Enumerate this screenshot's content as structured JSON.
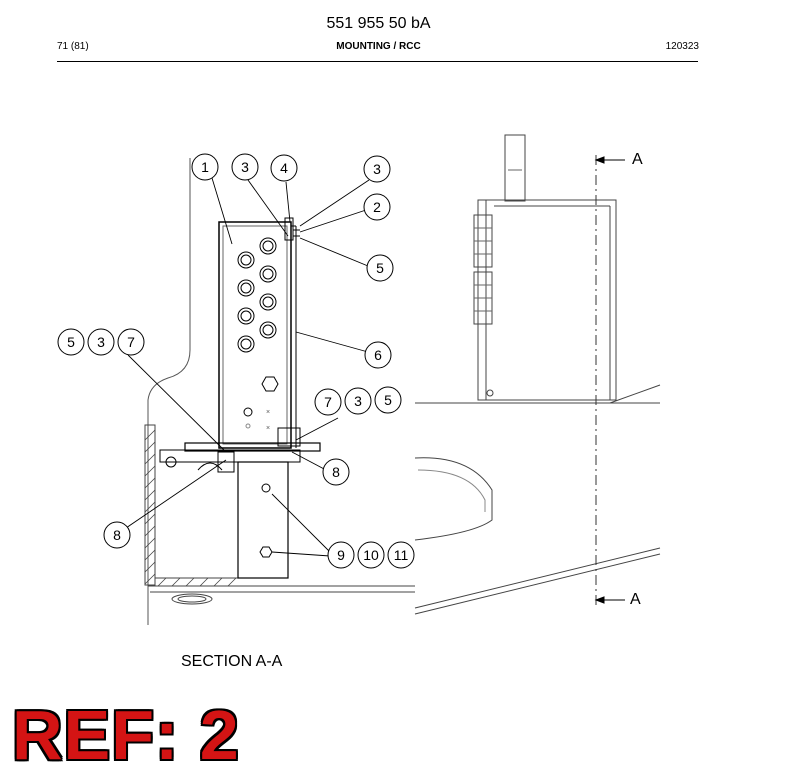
{
  "header": {
    "doc_number": "551 955 50 bA",
    "page": "71 (81)",
    "section": "MOUNTING / RCC",
    "date": "120323"
  },
  "drawing": {
    "section_caption": "SECTION A-A",
    "section_marks": [
      "A",
      "A"
    ],
    "callouts_left": [
      "1",
      "3",
      "4",
      "3",
      "2",
      "5",
      "6",
      "5",
      "3",
      "7",
      "7",
      "3",
      "5",
      "8",
      "8",
      "9",
      "10",
      "11"
    ]
  },
  "ref_label": "REF: 2"
}
